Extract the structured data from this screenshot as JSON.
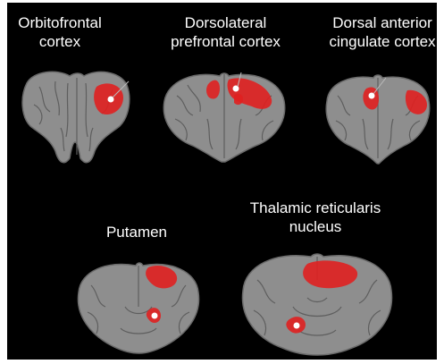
{
  "panels": [
    {
      "id": "orbitofrontal",
      "label": "Orbitofrontal\ncortex"
    },
    {
      "id": "dorsolateral",
      "label": "Dorsolateral\nprefrontal cortex"
    },
    {
      "id": "dacc",
      "label": "Dorsal anterior\ncingulate cortex"
    },
    {
      "id": "putamen",
      "label": "Putamen"
    },
    {
      "id": "trn",
      "label": "Thalamic reticularis\nnucleus"
    }
  ],
  "colors": {
    "background": "#000000",
    "brain_tissue": "#8e8e8e",
    "brain_dark": "#5e5e5e",
    "region_highlight": "#e02020",
    "electrode_marker": "#ffffff"
  }
}
